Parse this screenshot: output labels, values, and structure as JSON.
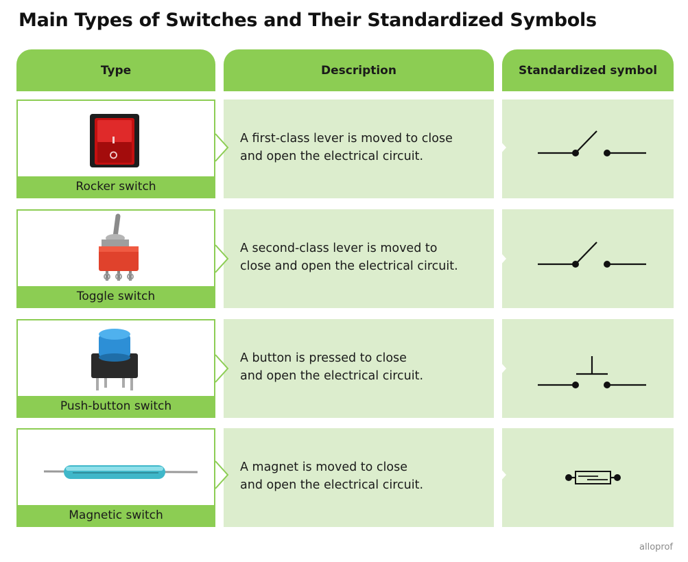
{
  "title": "Main Types of Switches and Their Standardized Symbols",
  "headers": {
    "type": "Type",
    "description": "Description",
    "symbol": "Standardized symbol"
  },
  "rows": [
    {
      "type": "Rocker switch",
      "description_lines": [
        "A first-class lever is moved to close",
        "and open the electrical circuit."
      ],
      "symbol_icon": "open-switch-symbol",
      "photo_icon": "rocker-switch-photo"
    },
    {
      "type": "Toggle switch",
      "description_lines": [
        "A second-class lever is moved to",
        "close and open the electrical circuit."
      ],
      "symbol_icon": "open-switch-symbol",
      "photo_icon": "toggle-switch-photo"
    },
    {
      "type": "Push-button switch",
      "description_lines": [
        "A button is pressed to close",
        "and open the electrical circuit."
      ],
      "symbol_icon": "push-button-symbol",
      "photo_icon": "push-button-photo"
    },
    {
      "type": "Magnetic switch",
      "description_lines": [
        "A magnet is moved to close",
        "and open the electrical circuit."
      ],
      "symbol_icon": "magnetic-switch-symbol",
      "photo_icon": "reed-switch-photo"
    }
  ],
  "footer": "alloprof",
  "colors": {
    "header_green": "#8ccd53",
    "cell_light_green": "#dcedcd"
  }
}
